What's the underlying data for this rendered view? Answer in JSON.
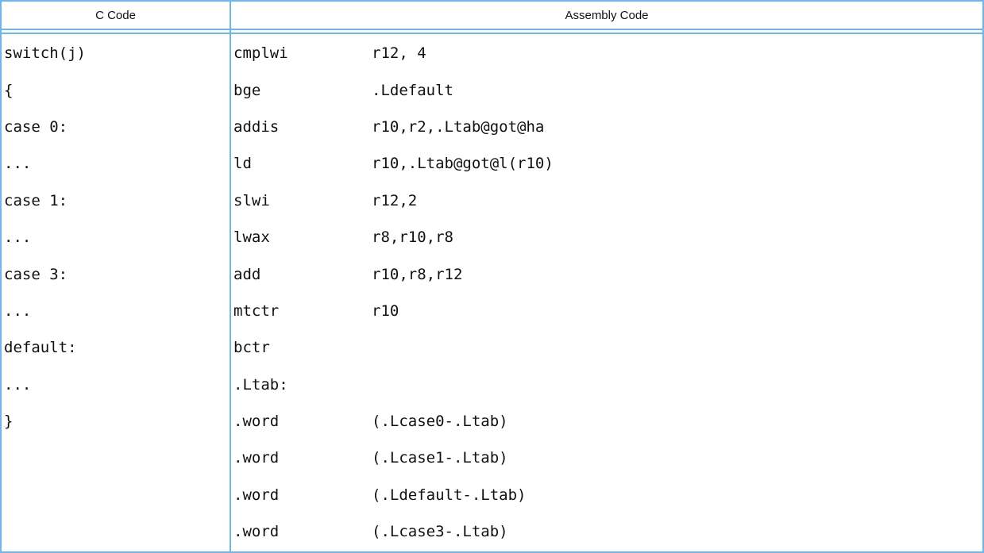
{
  "header": {
    "left": "C Code",
    "right": "Assembly Code"
  },
  "c_code": {
    "lines": [
      "switch(j)",
      "{",
      "case 0:",
      "...",
      "case 1:",
      "...",
      "case 3:",
      "...",
      "default:",
      "...",
      "}"
    ]
  },
  "assembly": {
    "lines": [
      {
        "mnemonic": "cmplwi",
        "operands": "r12, 4"
      },
      {
        "mnemonic": "bge",
        "operands": ".Ldefault"
      },
      {
        "mnemonic": "addis",
        "operands": "r10,r2,.Ltab@got@ha"
      },
      {
        "mnemonic": "ld",
        "operands": "r10,.Ltab@got@l(r10)"
      },
      {
        "mnemonic": "slwi",
        "operands": "r12,2"
      },
      {
        "mnemonic": "lwax",
        "operands": "r8,r10,r8"
      },
      {
        "mnemonic": "add",
        "operands": "r10,r8,r12"
      },
      {
        "mnemonic": "mtctr",
        "operands": "r10"
      },
      {
        "mnemonic": "bctr",
        "operands": ""
      },
      {
        "mnemonic": ".Ltab:",
        "operands": ""
      },
      {
        "mnemonic": ".word",
        "operands": "(.Lcase0-.Ltab)"
      },
      {
        "mnemonic": ".word",
        "operands": "(.Lcase1-.Ltab)"
      },
      {
        "mnemonic": ".word",
        "operands": "(.Ldefault-.Ltab)"
      },
      {
        "mnemonic": ".word",
        "operands": "(.Lcase3-.Ltab)"
      }
    ]
  },
  "colors": {
    "border": "#6cb7f3",
    "text": "#111111",
    "background": "#ffffff"
  }
}
